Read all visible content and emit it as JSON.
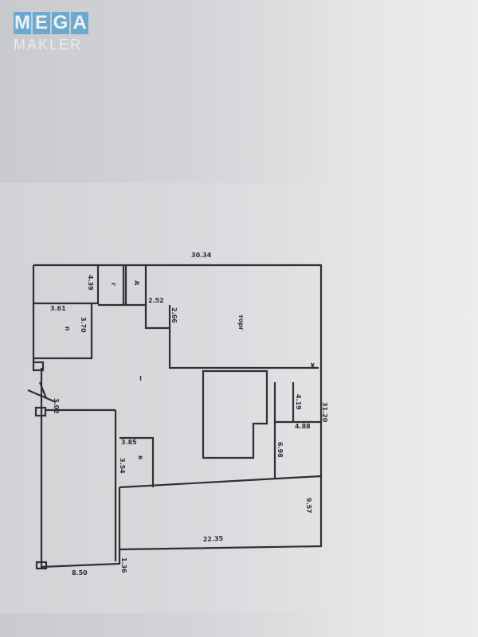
{
  "logo": {
    "line1": "MEGA",
    "line2": "MAKLER",
    "colors": {
      "tile": "#6aa9d1",
      "text": "#f2f2f2"
    }
  },
  "plan": {
    "dimensions": {
      "top": "30.34",
      "right": "31.20",
      "bottom_long": "22.35",
      "bottom_left": "8.50",
      "bottom_gap": "1.36",
      "right_inner": "9.57",
      "d1": "3.85",
      "d2": "3.54",
      "d3": "2.52",
      "d4": "2.66",
      "d5": "3.70",
      "d6": "3.61",
      "d7": "4.39",
      "d8": "4.88",
      "d9": "6.98",
      "d10": "4.19",
      "d11": "3.02"
    },
    "rooms": {
      "main": "торг",
      "hall": "I",
      "p": "п",
      "g": "г",
      "d": "д",
      "v": "в",
      "zh": "ж"
    }
  }
}
